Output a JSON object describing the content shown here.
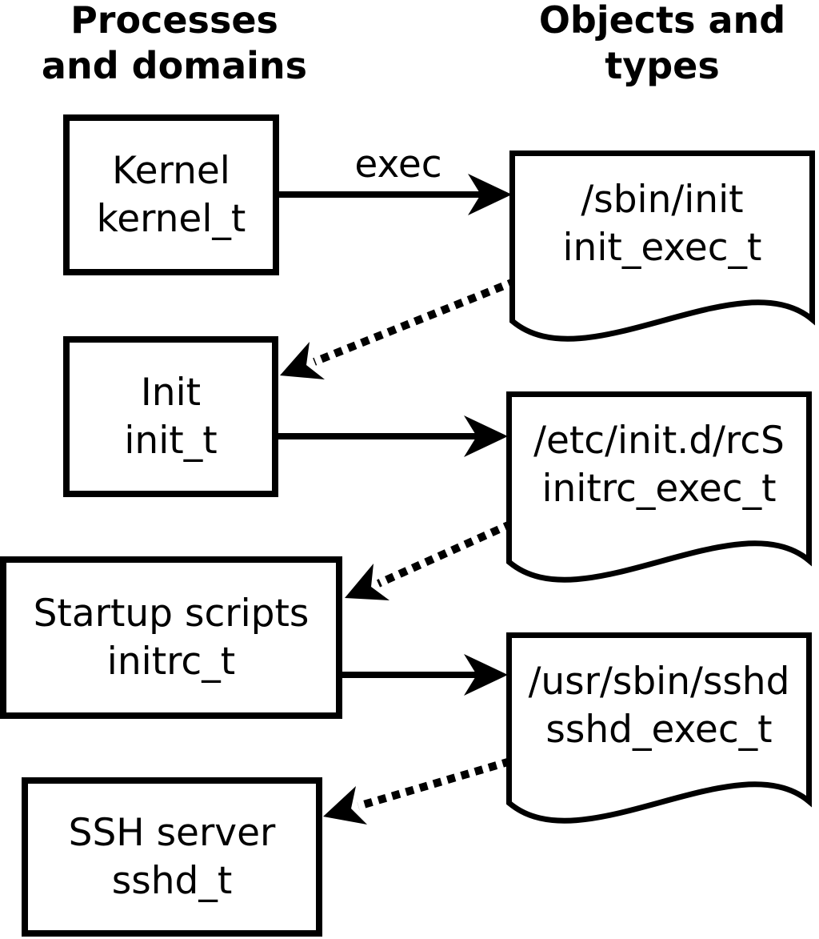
{
  "headers": {
    "left": {
      "line1": "Processes",
      "line2": "and domains"
    },
    "right": {
      "line1": "Objects and",
      "line2": "types"
    }
  },
  "processes": {
    "kernel": {
      "title": "Kernel",
      "domain": "kernel_t"
    },
    "init": {
      "title": "Init",
      "domain": "init_t"
    },
    "initrc": {
      "title": "Startup scripts",
      "domain": "initrc_t"
    },
    "sshd": {
      "title": "SSH server",
      "domain": "sshd_t"
    }
  },
  "objects": {
    "init_exec": {
      "path": "/sbin/init",
      "type": "init_exec_t"
    },
    "initrc_exec": {
      "path": "/etc/init.d/rcS",
      "type": "initrc_exec_t"
    },
    "sshd_exec": {
      "path": "/usr/sbin/sshd",
      "type": "sshd_exec_t"
    }
  },
  "labels": {
    "exec": "exec"
  },
  "colors": {
    "line": "#000000",
    "background": "#ffffff"
  }
}
